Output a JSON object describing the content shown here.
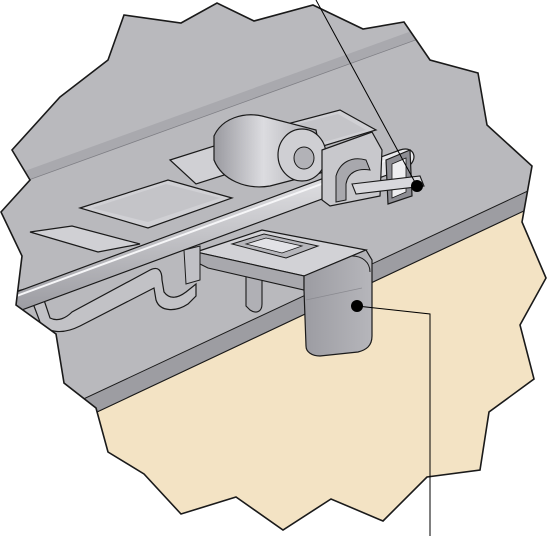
{
  "illustration": {
    "subject": "detail-view",
    "colors": {
      "background": "#ffffff",
      "metal_panel": "#b9b9bd",
      "metal_light": "#d6d6da",
      "metal_mid": "#a4a4a9",
      "metal_dark": "#8c8c92",
      "cutout_floor": "#c9c9cd",
      "support_board": "#f3e3c4",
      "outline": "#1a1a1a",
      "leader_dot": "#000000"
    },
    "callouts": [
      {
        "id": "callout-top",
        "label": ""
      },
      {
        "id": "callout-bottom",
        "label": ""
      }
    ]
  }
}
